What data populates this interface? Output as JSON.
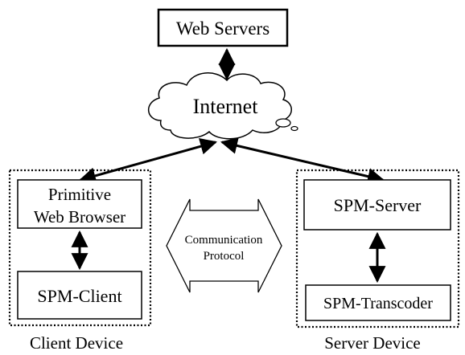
{
  "diagram": {
    "nodes": {
      "web_servers": "Web Servers",
      "internet": "Internet",
      "primitive_browser_line1": "Primitive",
      "primitive_browser_line2": "Web Browser",
      "spm_client": "SPM-Client",
      "spm_server": "SPM-Server",
      "spm_transcoder": "SPM-Transcoder"
    },
    "protocol": {
      "line1": "Communication",
      "line2": "Protocol"
    },
    "groups": {
      "client_device": "Client Device",
      "server_device": "Server Device"
    },
    "colors": {
      "stroke": "#000000",
      "fill": "#ffffff",
      "text": "#000000"
    }
  }
}
